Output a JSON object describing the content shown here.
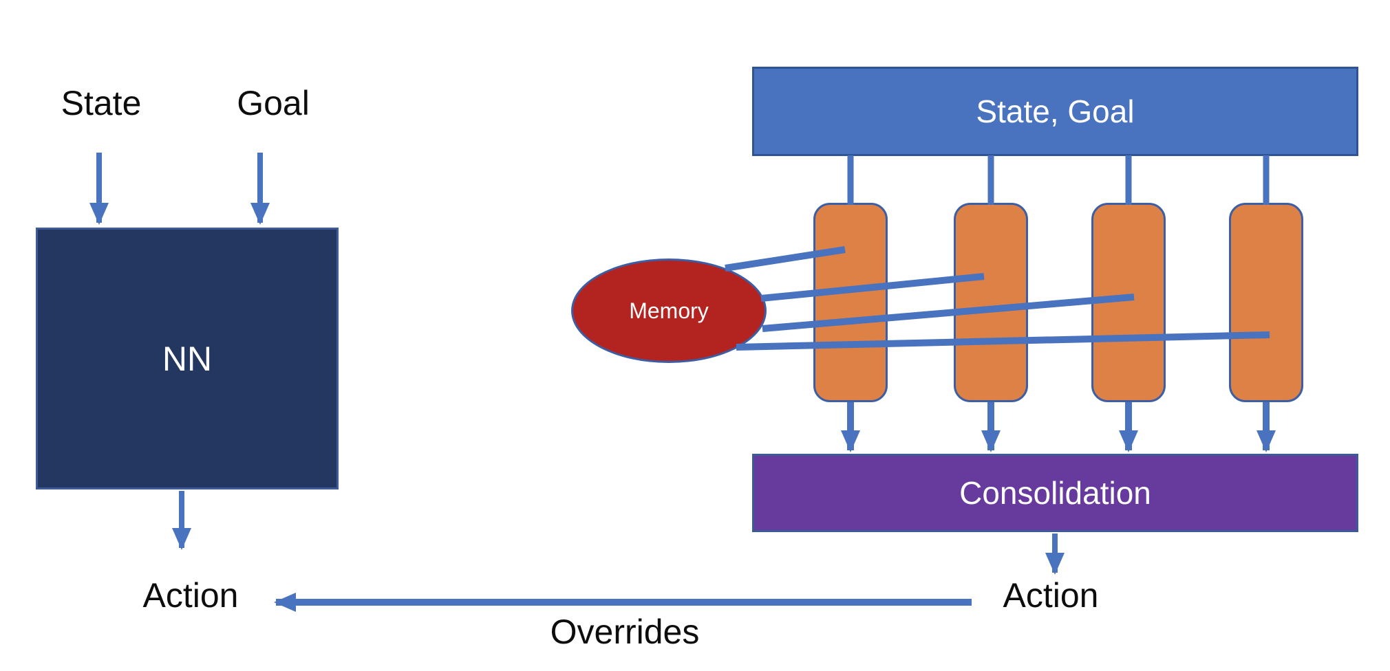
{
  "diagram": {
    "left_pipeline": {
      "state_label": "State",
      "goal_label": "Goal",
      "nn_label": "NN",
      "action_label": "Action"
    },
    "right_pipeline": {
      "input_label": "State, Goal",
      "memory_label": "Memory",
      "module_count": 4,
      "consolidation_label": "Consolidation",
      "action_label": "Action"
    },
    "override_label": "Overrides"
  },
  "colors": {
    "nn_fill": "#243760",
    "nn_border": "#3f5b96",
    "input_fill": "#4a73bf",
    "input_border": "#2f5496",
    "module_fill": "#dd8146",
    "module_border": "#3b5ea5",
    "memory_fill": "#b32421",
    "memory_border": "#3b5ea5",
    "consolidation_fill": "#673a9e",
    "consolidation_border": "#3c5a96",
    "connector": "#4a73bf",
    "text_dark": "#0d0d0d",
    "text_light": "#ffffff",
    "background": "#ffffff"
  }
}
